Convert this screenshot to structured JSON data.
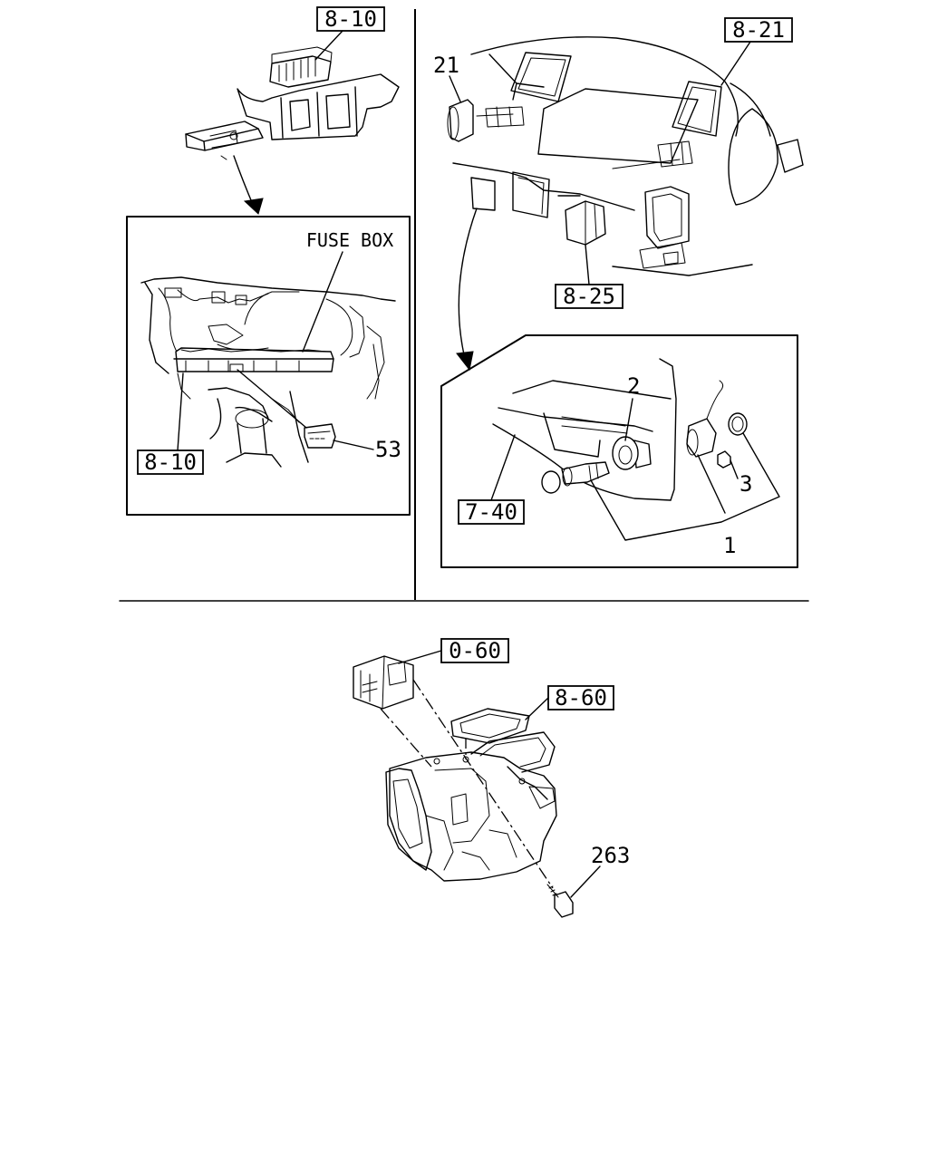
{
  "references": {
    "top_left": "8-10",
    "inset_left": "8-10",
    "top_right": "8-21",
    "center_right": "8-25",
    "inset_right": "7-40",
    "bottom_top": "0-60",
    "bottom_right": "8-60"
  },
  "captions": {
    "fuse_box": "FUSE BOX"
  },
  "part_numbers": {
    "p53": "53",
    "p21": "21",
    "p2": "2",
    "p3": "3",
    "p1": "1",
    "p263": "263"
  }
}
